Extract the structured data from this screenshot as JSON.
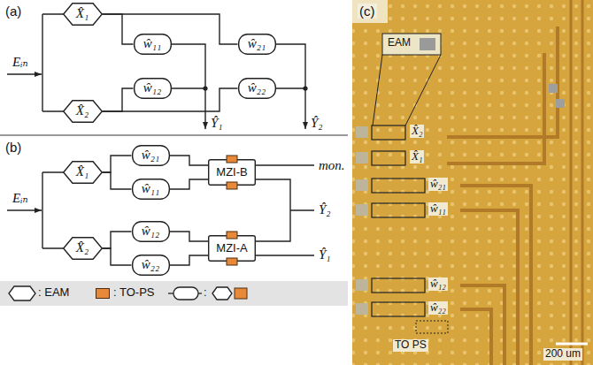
{
  "diagram": {
    "nodes": [
      {
        "text": [
          "X̂₁"
        ]
      },
      {
        "text": [
          "X̂₂"
        ]
      },
      {
        "text": [
          "ŵ₁₁"
        ]
      },
      {
        "text": [
          "ŵ₁₂"
        ]
      },
      {
        "text": [
          "ŵ₂₁"
        ]
      },
      {
        "text": [
          "ŵ₂₂"
        ]
      },
      {
        "text": [
          "X̂₁"
        ]
      },
      {
        "text": [
          "X̂₂"
        ]
      },
      {
        "text": [
          "ŵ₂₁"
        ]
      },
      {
        "text": [
          "ŵ₁₁"
        ]
      },
      {
        "text": [
          "ŵ₁₂"
        ]
      },
      {
        "text": [
          "ŵ₂₂"
        ]
      },
      {
        "text": [
          "MZI-B"
        ]
      },
      {
        "text": [
          "MZI-A"
        ]
      }
    ],
    "edges": [
      {
        "from": 0,
        "to": 2,
        "arrow": "none"
      },
      {
        "from": 0,
        "to": 4,
        "arrow": "none"
      },
      {
        "from": 1,
        "to": 3,
        "arrow": "none"
      },
      {
        "from": 1,
        "to": 5,
        "arrow": "none"
      },
      {
        "from": 6,
        "to": 8,
        "arrow": "none"
      },
      {
        "from": 6,
        "to": 9,
        "arrow": "none"
      },
      {
        "from": 7,
        "to": 10,
        "arrow": "none"
      },
      {
        "from": 7,
        "to": 11,
        "arrow": "none"
      },
      {
        "from": 8,
        "to": 12,
        "arrow": "none"
      },
      {
        "from": 9,
        "to": 12,
        "arrow": "none"
      },
      {
        "from": 10,
        "to": 13,
        "arrow": "none"
      },
      {
        "from": 11,
        "to": 13,
        "arrow": "none"
      }
    ],
    "labels": [
      "(a)",
      "Eᵢₙ",
      "Ŷ₁",
      "Ŷ₂",
      "(b)",
      "Eᵢₙ",
      "mon.",
      "Ŷ₂",
      "Ŷ₁",
      "(c)",
      "EAM",
      "X̂₂",
      "X̂₁",
      "ŵ₂₁",
      "ŵ₁₁",
      "ŵ₁₂",
      "ŵ₂₂",
      "TO PS",
      "200 um"
    ],
    "legend": [
      {
        "text": ": EAM"
      },
      {
        "text": ": TO-PS",
        "color": "#e8893a"
      },
      {
        "text": ":"
      }
    ]
  }
}
